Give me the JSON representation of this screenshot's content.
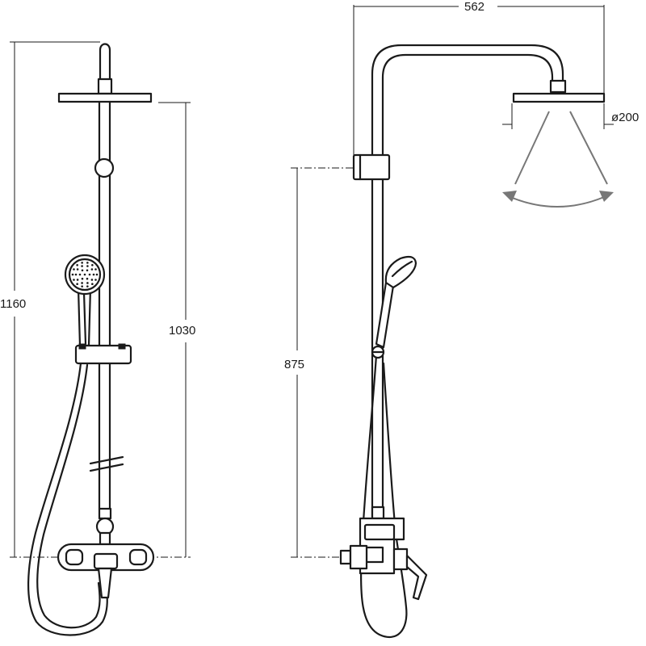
{
  "dimensions": {
    "left_overall_height": "1160",
    "left_head_height": "1030",
    "right_outlet_height": "875",
    "right_projection": "562",
    "head_diameter": "ø200"
  }
}
